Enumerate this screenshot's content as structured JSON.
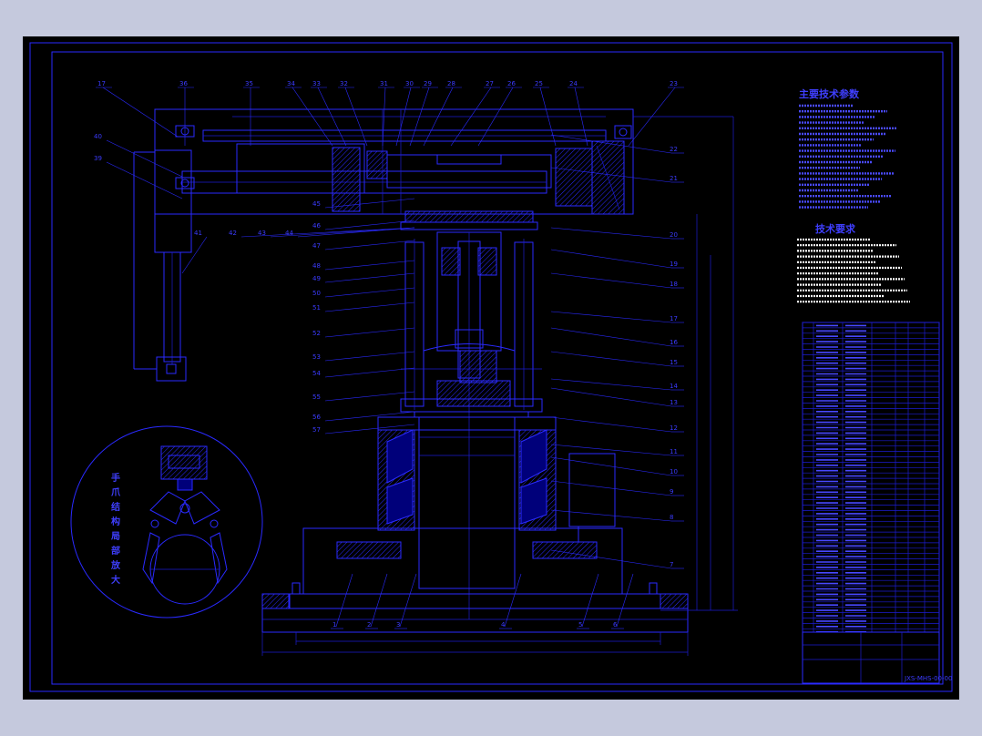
{
  "drawing": {
    "params_title": "主要技术参数",
    "requirements_title": "技术要求",
    "gripper_caption": "手爪结构局部放大",
    "drawing_code": "JXS-MHS-00-00",
    "colors": {
      "background": "#000000",
      "line": "#2a2aff",
      "frame": "#c5c9dd"
    },
    "top_labels": [
      "17",
      "36",
      "35",
      "34",
      "33",
      "32",
      "31",
      "30",
      "29",
      "28",
      "27",
      "26",
      "25",
      "24",
      "23"
    ],
    "right_labels": [
      "22",
      "21",
      "20",
      "19",
      "18",
      "17",
      "16",
      "15",
      "14",
      "13",
      "12",
      "11",
      "10",
      "9",
      "8",
      "7"
    ],
    "left_labels": [
      "40",
      "39",
      "41",
      "42",
      "43",
      "44",
      "45",
      "46",
      "47",
      "48",
      "49",
      "50",
      "51",
      "52",
      "53",
      "54",
      "55",
      "56",
      "57"
    ],
    "bottom_labels": [
      "1",
      "2",
      "3",
      "4",
      "5",
      "6"
    ]
  }
}
